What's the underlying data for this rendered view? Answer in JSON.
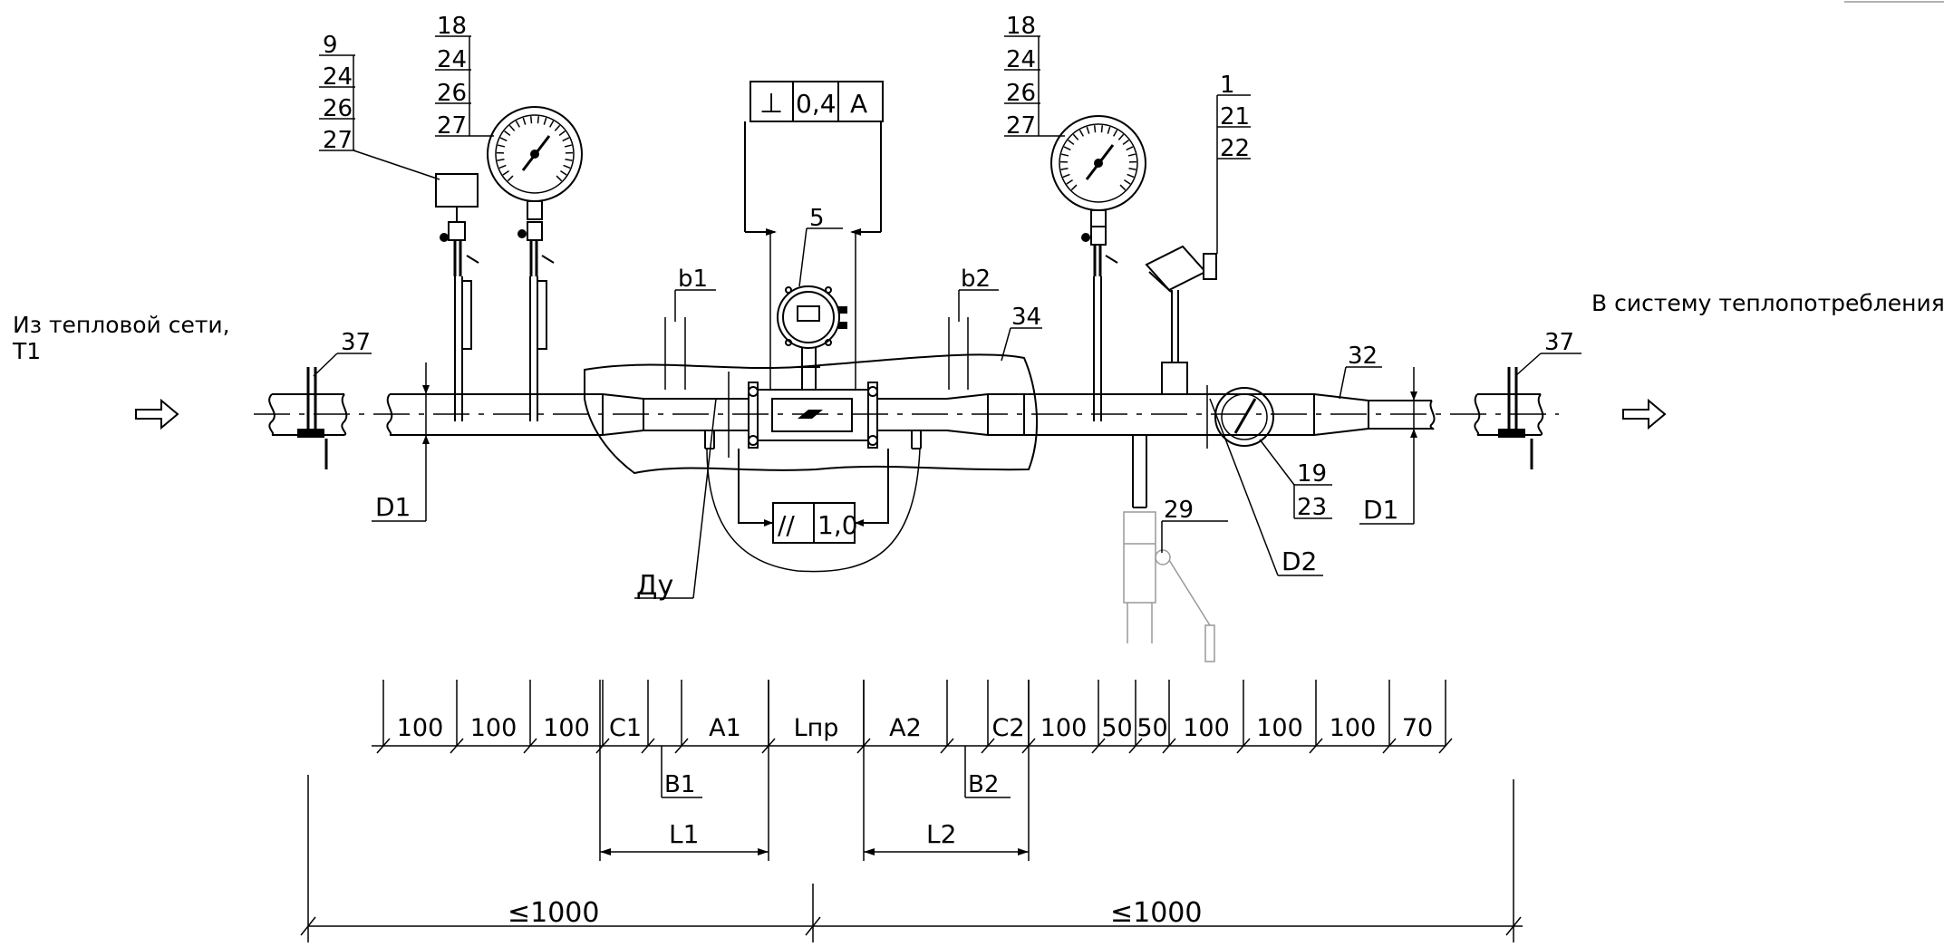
{
  "flow": {
    "inlet_text": "Из тепловой сети,",
    "inlet_code": "T1",
    "outlet_text": "В систему теплопотребления"
  },
  "callouts": {
    "left_group": [
      "9",
      "24",
      "26",
      "27"
    ],
    "left_gauge": [
      "18",
      "24",
      "26",
      "27"
    ],
    "right_gauge": [
      "18",
      "24",
      "26",
      "27"
    ],
    "thermo": [
      "1",
      "21",
      "22"
    ],
    "meter": "5",
    "ret1": "19",
    "ret2": "23",
    "support_left": "37",
    "support_right": "37",
    "reducer": "32",
    "tube": "34",
    "valve": "29"
  },
  "tolerances": {
    "perp_symbol": "⊥",
    "perp_value": "0,4",
    "perp_datum": "A",
    "par_symbol": "//",
    "par_value": "1,0"
  },
  "labels": {
    "b1": "b1",
    "b2": "b2",
    "du": "Ду",
    "d1_left": "D1",
    "d1_right": "D1",
    "d2": "D2"
  },
  "dims": {
    "row1": [
      "100",
      "100",
      "100",
      "C1",
      "A1",
      "Lпр",
      "A2",
      "C2",
      "100",
      "50",
      "50",
      "100",
      "100",
      "100",
      "70"
    ],
    "b1": "B1",
    "b2": "B2",
    "l1": "L1",
    "l2": "L2",
    "total_left": "≤1000",
    "total_right": "≤1000"
  }
}
